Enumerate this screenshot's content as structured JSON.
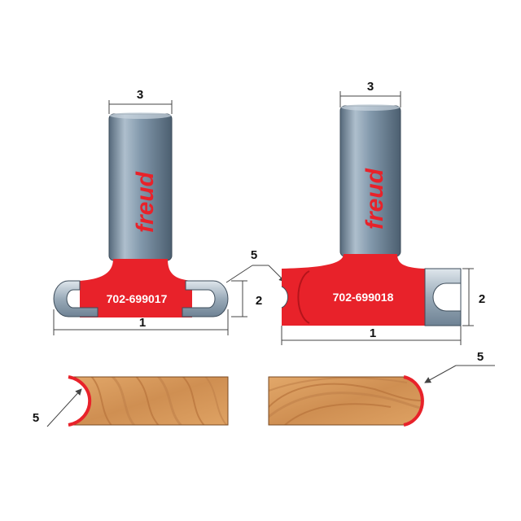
{
  "colors": {
    "accent_red": "#e8222a",
    "steel": "#8ea2b4",
    "wood": "#d79a5c",
    "line": "#444444"
  },
  "bits": [
    {
      "part_number": "702-699017",
      "brand": "freud",
      "dim_shank": "3",
      "dim_length": "1",
      "dim_height": "2",
      "dim_radius": "5"
    },
    {
      "part_number": "702-699018",
      "brand": "freud",
      "dim_shank": "3",
      "dim_length": "1",
      "dim_height": "2",
      "dim_radius": "5"
    }
  ],
  "profiles": [
    {
      "type": "cove",
      "dim_radius": "5"
    },
    {
      "type": "bullnose",
      "dim_radius": "5"
    }
  ]
}
